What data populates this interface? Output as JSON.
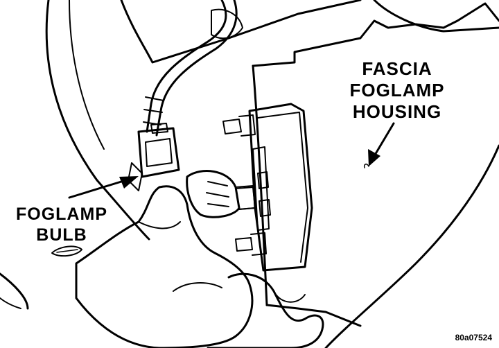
{
  "labels": {
    "fascia_line1": "FASCIA",
    "fascia_line2": "FOGLAMP",
    "fascia_line3": "HOUSING",
    "bulb_line1": "FOGLAMP",
    "bulb_line2": "BULB"
  },
  "figure_code": "80a07524",
  "colors": {
    "ink": "#000000",
    "paper": "#ffffff"
  }
}
